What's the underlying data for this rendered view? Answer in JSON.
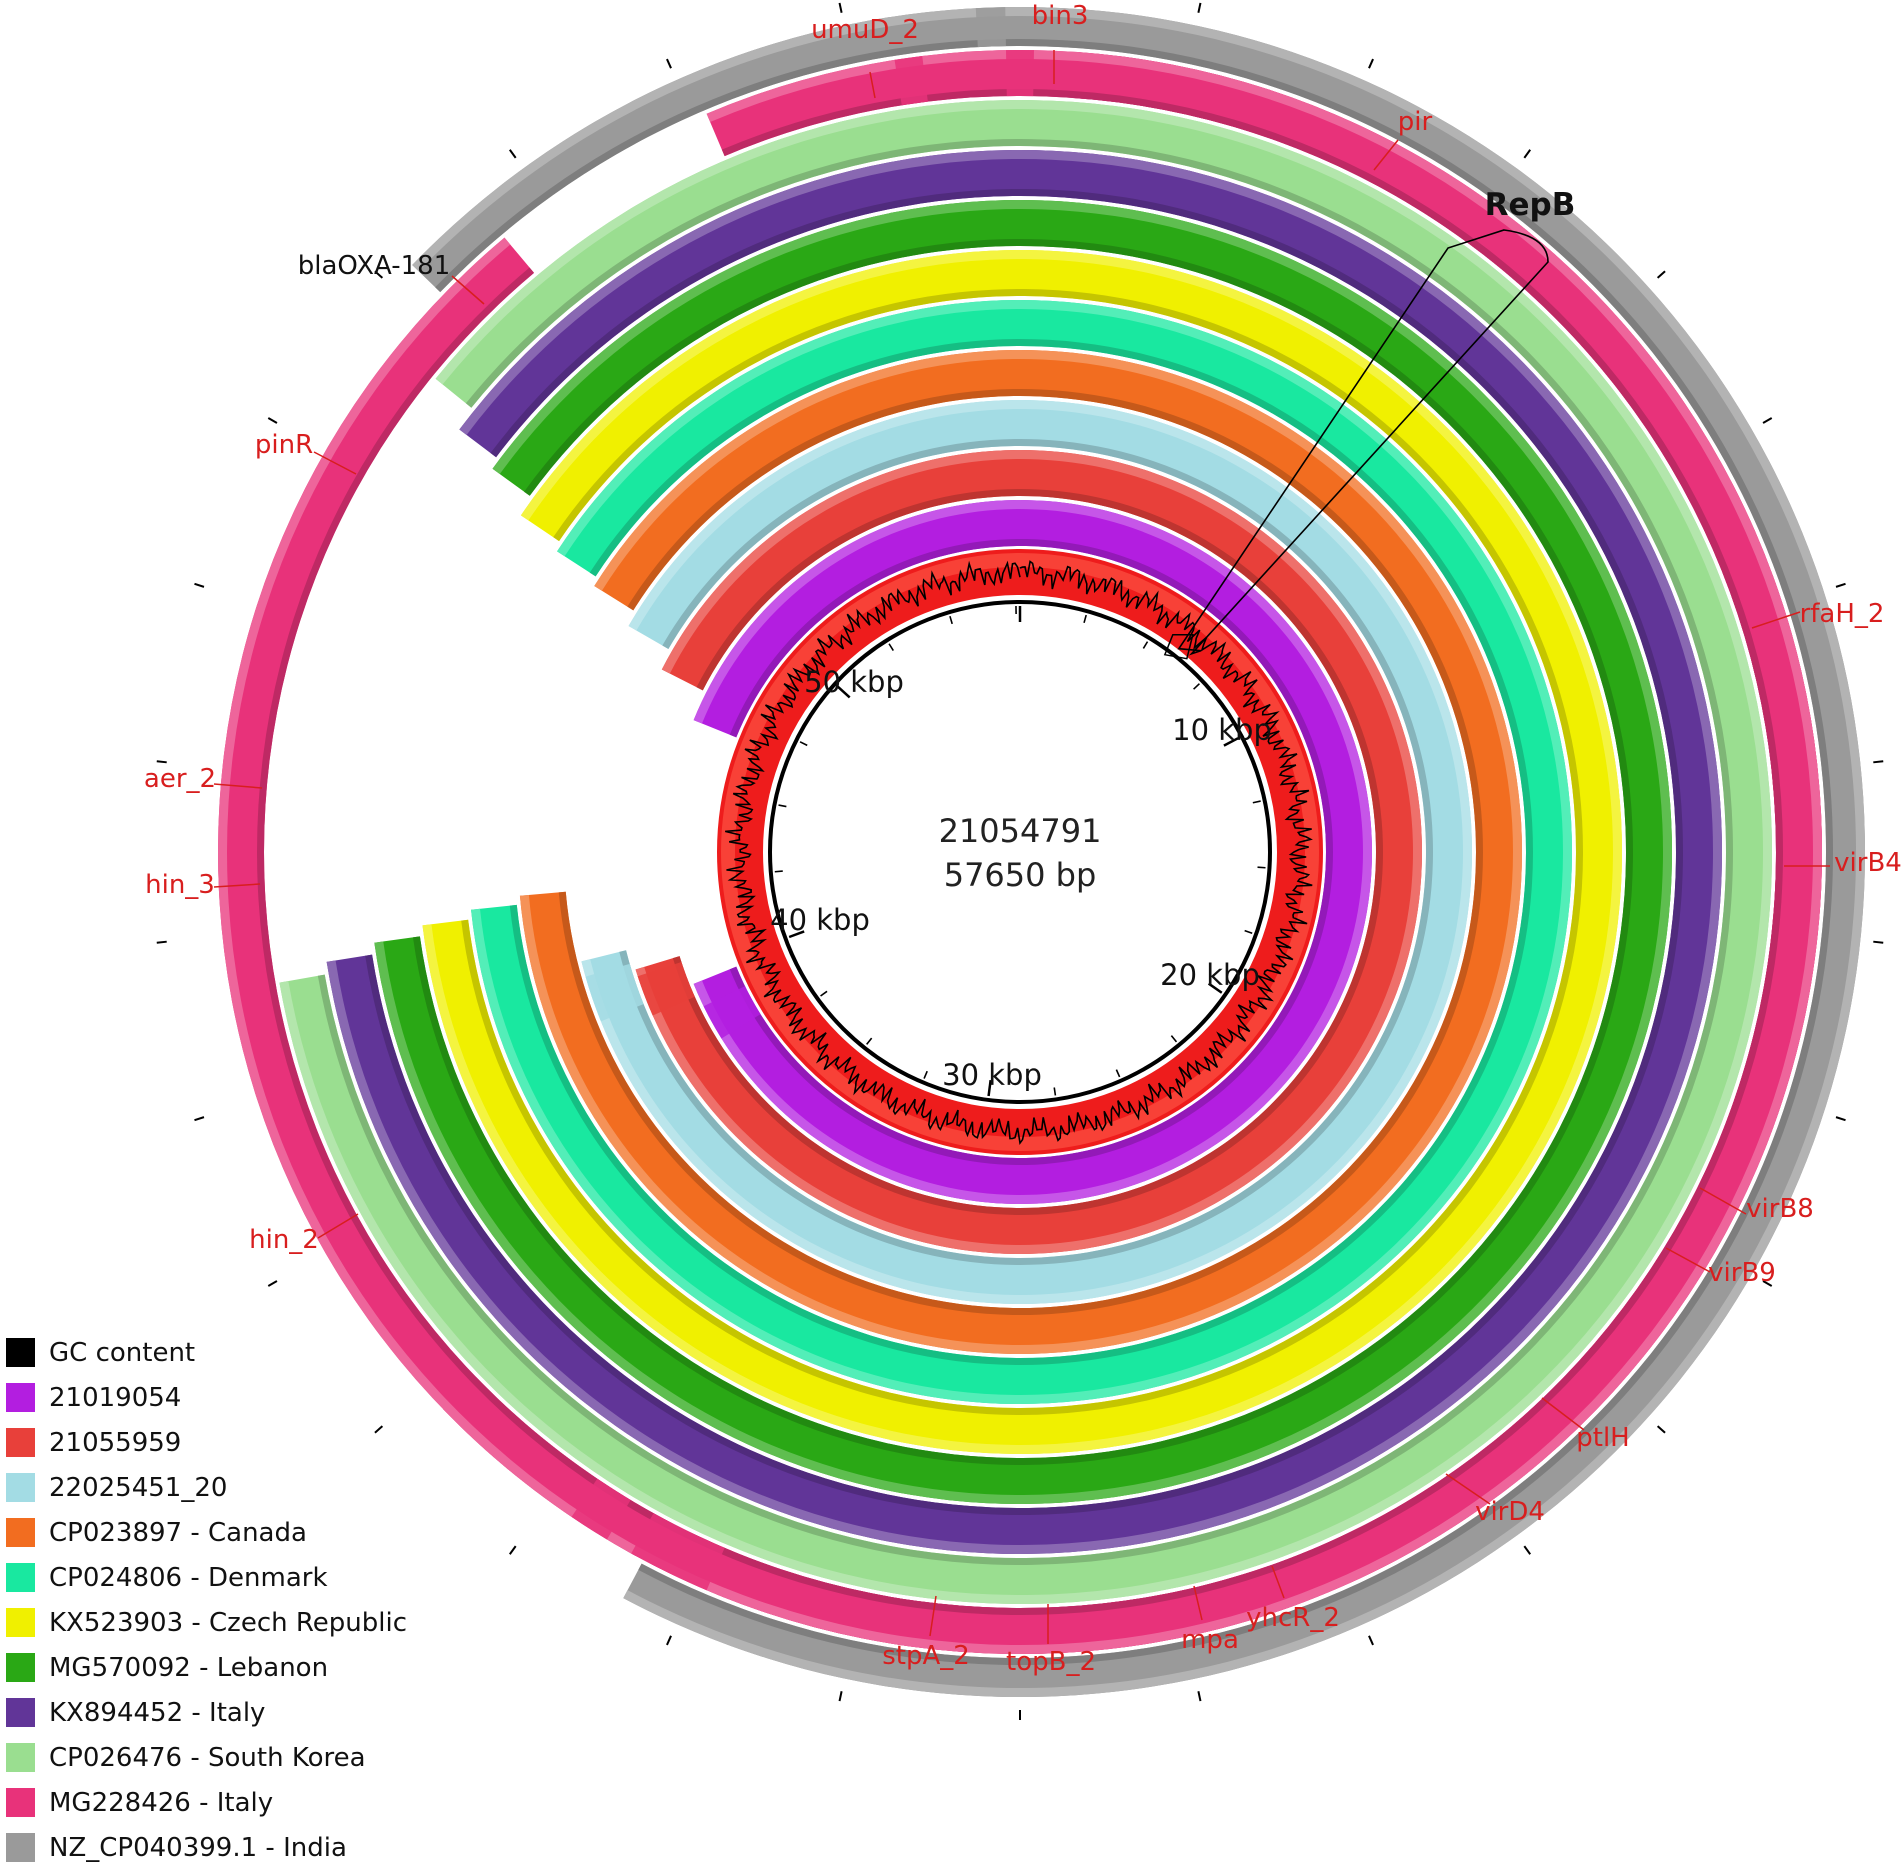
{
  "center": {
    "plasmid_id": "21054791",
    "length_label": "57650 bp"
  },
  "plasmid_length_bp": 57650,
  "scale_labels": [
    {
      "text": "10 kbp",
      "bp": 10000
    },
    {
      "text": "20 kbp",
      "bp": 20000
    },
    {
      "text": "30 kbp",
      "bp": 30000
    },
    {
      "text": "40 kbp",
      "bp": 40000
    },
    {
      "text": "50 kbp",
      "bp": 50000
    }
  ],
  "highlight": {
    "label": "RepB"
  },
  "gene_labels": [
    {
      "text": "umuD_2",
      "color": "#d81e1e"
    },
    {
      "text": "bin3",
      "color": "#d81e1e"
    },
    {
      "text": "pir",
      "color": "#d81e1e"
    },
    {
      "text": "rfaH_2",
      "color": "#d81e1e"
    },
    {
      "text": "virB4",
      "color": "#d81e1e"
    },
    {
      "text": "virB8",
      "color": "#d81e1e"
    },
    {
      "text": "virB9",
      "color": "#d81e1e"
    },
    {
      "text": "ptlH",
      "color": "#d81e1e"
    },
    {
      "text": "virD4",
      "color": "#d81e1e"
    },
    {
      "text": "yhcR_2",
      "color": "#d81e1e"
    },
    {
      "text": "mpa",
      "color": "#d81e1e"
    },
    {
      "text": "topB_2",
      "color": "#d81e1e"
    },
    {
      "text": "stpA_2",
      "color": "#d81e1e"
    },
    {
      "text": "hin_2",
      "color": "#d81e1e"
    },
    {
      "text": "hin_3",
      "color": "#d81e1e"
    },
    {
      "text": "aer_2",
      "color": "#d81e1e"
    },
    {
      "text": "pinR",
      "color": "#d81e1e"
    },
    {
      "text": "blaOXA-181",
      "color": "#111111"
    }
  ],
  "legend": [
    {
      "label": "GC content",
      "color": "#000000"
    },
    {
      "label": "21019054",
      "color": "#b31ee0"
    },
    {
      "label": "21055959",
      "color": "#e8403a"
    },
    {
      "label": "22025451_20",
      "color": "#a3dce4"
    },
    {
      "label": "CP023897 - Canada",
      "color": "#f26d20"
    },
    {
      "label": "CP024806 - Denmark",
      "color": "#19e8a0"
    },
    {
      "label": "KX523903 - Czech Republic",
      "color": "#f0f000"
    },
    {
      "label": "MG570092 - Lebanon",
      "color": "#2aa815"
    },
    {
      "label": "KX894452 - Italy",
      "color": "#613598"
    },
    {
      "label": "CP026476 - South Korea",
      "color": "#9ade90"
    },
    {
      "label": "MG228426 - Italy",
      "color": "#e8327a"
    },
    {
      "label": "NZ_CP040399.1 - India",
      "color": "#9a9a9a"
    }
  ],
  "colors": {
    "gc_ring": "#ee1c1c",
    "backbone": "#000000",
    "label_red": "#d81e1e"
  }
}
